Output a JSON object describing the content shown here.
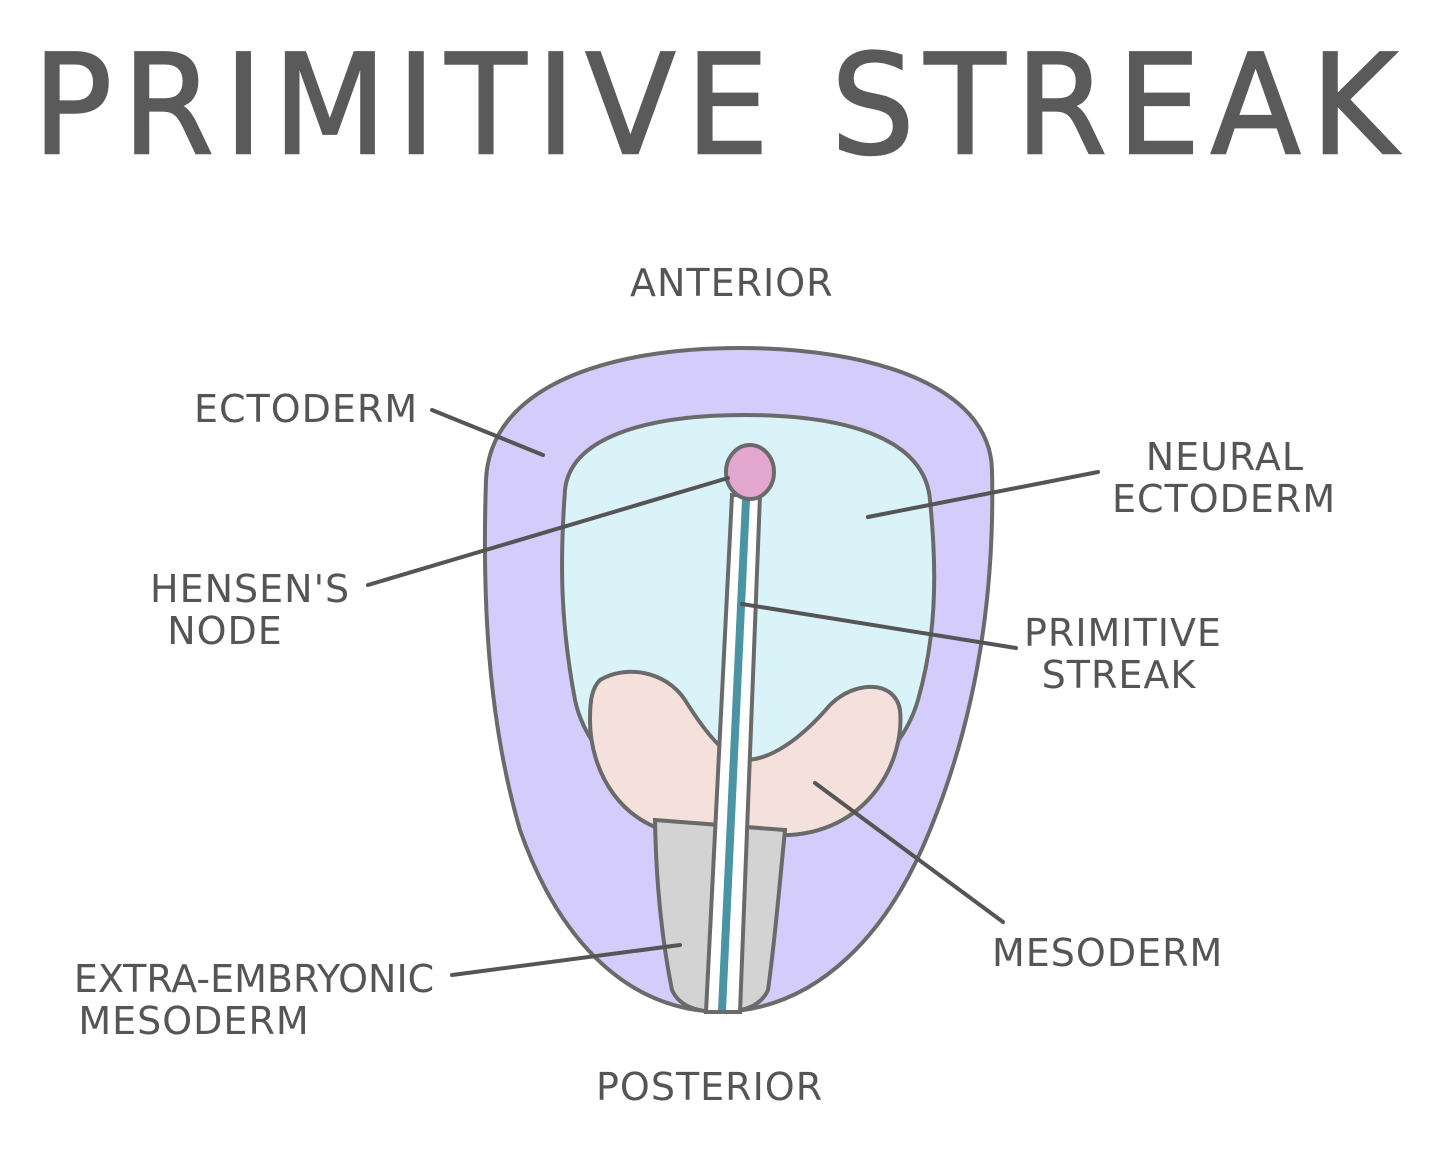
{
  "title": "PRIMITIVE STREAK",
  "orientation": {
    "top": "ANTERIOR",
    "bottom": "POSTERIOR"
  },
  "labels": {
    "ectoderm": "ECTODERM",
    "hensens_node_line1": "HENSEN'S",
    "hensens_node_line2": "NODE",
    "extra_embryonic_line1": "EXTRA-EMBRYONIC",
    "extra_embryonic_line2": "MESODERM",
    "neural_ectoderm_line1": "NEURAL",
    "neural_ectoderm_line2": "ECTODERM",
    "primitive_streak_line1": "PRIMITIVE",
    "primitive_streak_line2": "STREAK",
    "mesoderm": "MESODERM"
  },
  "colors": {
    "ectoderm": "#d4ccfb",
    "neural_ectoderm": "#d9f3f8",
    "mesoderm": "#f5e1dc",
    "extra_embryonic_mesoderm": "#d3d3d3",
    "hensens_node": "#e3a6cf",
    "primitive_streak": "#4a94a4",
    "outline": "#6a6a6a"
  }
}
